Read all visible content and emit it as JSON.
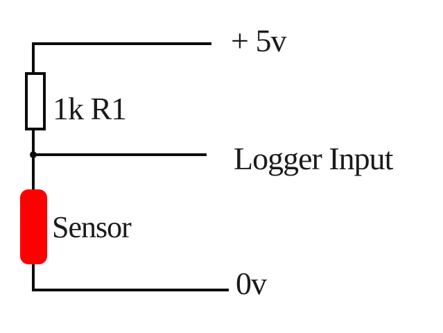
{
  "diagram": {
    "labels": {
      "supply": "+ 5v",
      "resistor": "1k R1",
      "logger": "Logger Input",
      "sensor": "Sensor",
      "ground": "0v"
    },
    "colors": {
      "wire": "#0b0b0b",
      "sensor_fill": "#fe0000",
      "resistor_fill": "#ffffff",
      "resistor_border": "#0b0b0b",
      "background": "#ffffff",
      "text": "#1b1b1b"
    }
  }
}
